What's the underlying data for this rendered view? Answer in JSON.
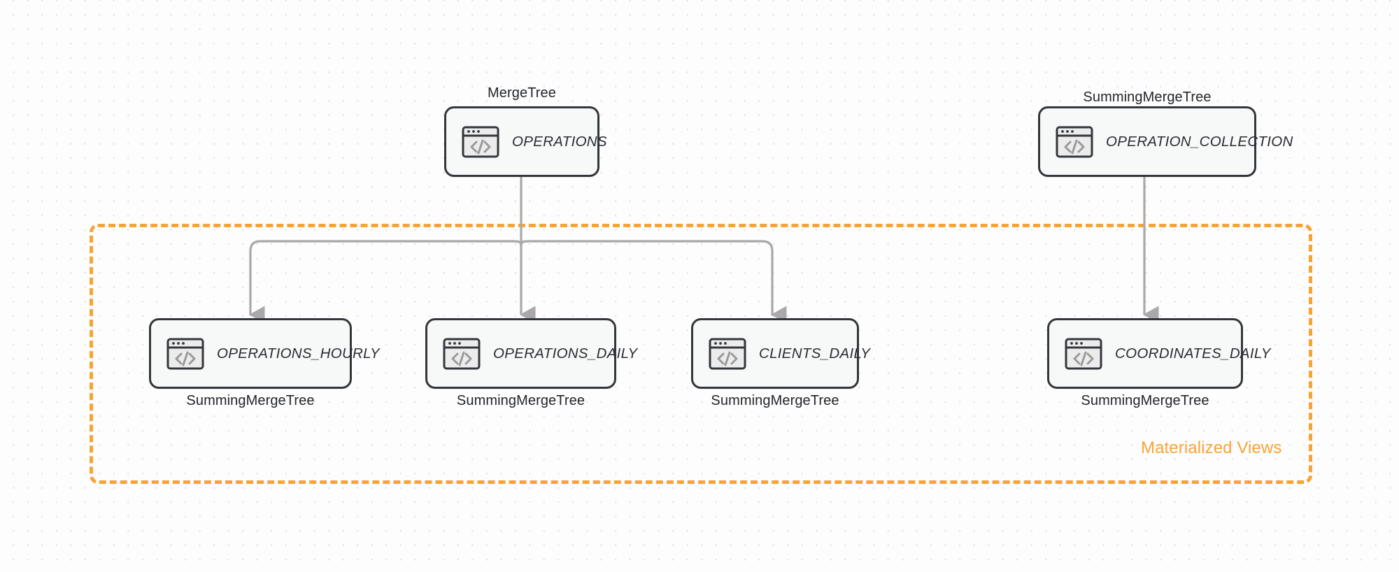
{
  "diagram": {
    "title": "ClickHouse tables and materialized views",
    "background": {
      "color": "#fdfdfd",
      "dot_color": "#e7e5e6"
    },
    "group": {
      "label": "Materialized Views",
      "color": "#f8a435",
      "style": "dashed"
    },
    "nodes": [
      {
        "id": "operations",
        "name": "OPERATIONS",
        "engine": "MergeTree",
        "engine_position": "above",
        "icon": "code-window-icon"
      },
      {
        "id": "operation_collection",
        "name": "OPERATION_COLLECTION",
        "engine": "SummingMergeTree",
        "engine_position": "above",
        "icon": "code-window-icon"
      },
      {
        "id": "operations_hourly",
        "name": "OPERATIONS_HOURLY",
        "engine": "SummingMergeTree",
        "engine_position": "below",
        "icon": "code-window-icon"
      },
      {
        "id": "operations_daily",
        "name": "OPERATIONS_DAILY",
        "engine": "SummingMergeTree",
        "engine_position": "below",
        "icon": "code-window-icon"
      },
      {
        "id": "clients_daily",
        "name": "CLIENTS_DAILY",
        "engine": "SummingMergeTree",
        "engine_position": "below",
        "icon": "code-window-icon"
      },
      {
        "id": "coordinates_daily",
        "name": "COORDINATES_DAILY",
        "engine": "SummingMergeTree",
        "engine_position": "below",
        "icon": "code-window-icon"
      }
    ],
    "edges": [
      {
        "from": "operations",
        "to": "operations_hourly",
        "style": "arrow"
      },
      {
        "from": "operations",
        "to": "operations_daily",
        "style": "arrow"
      },
      {
        "from": "operations",
        "to": "clients_daily",
        "style": "arrow"
      },
      {
        "from": "operation_collection",
        "to": "coordinates_daily",
        "style": "arrow"
      }
    ]
  }
}
